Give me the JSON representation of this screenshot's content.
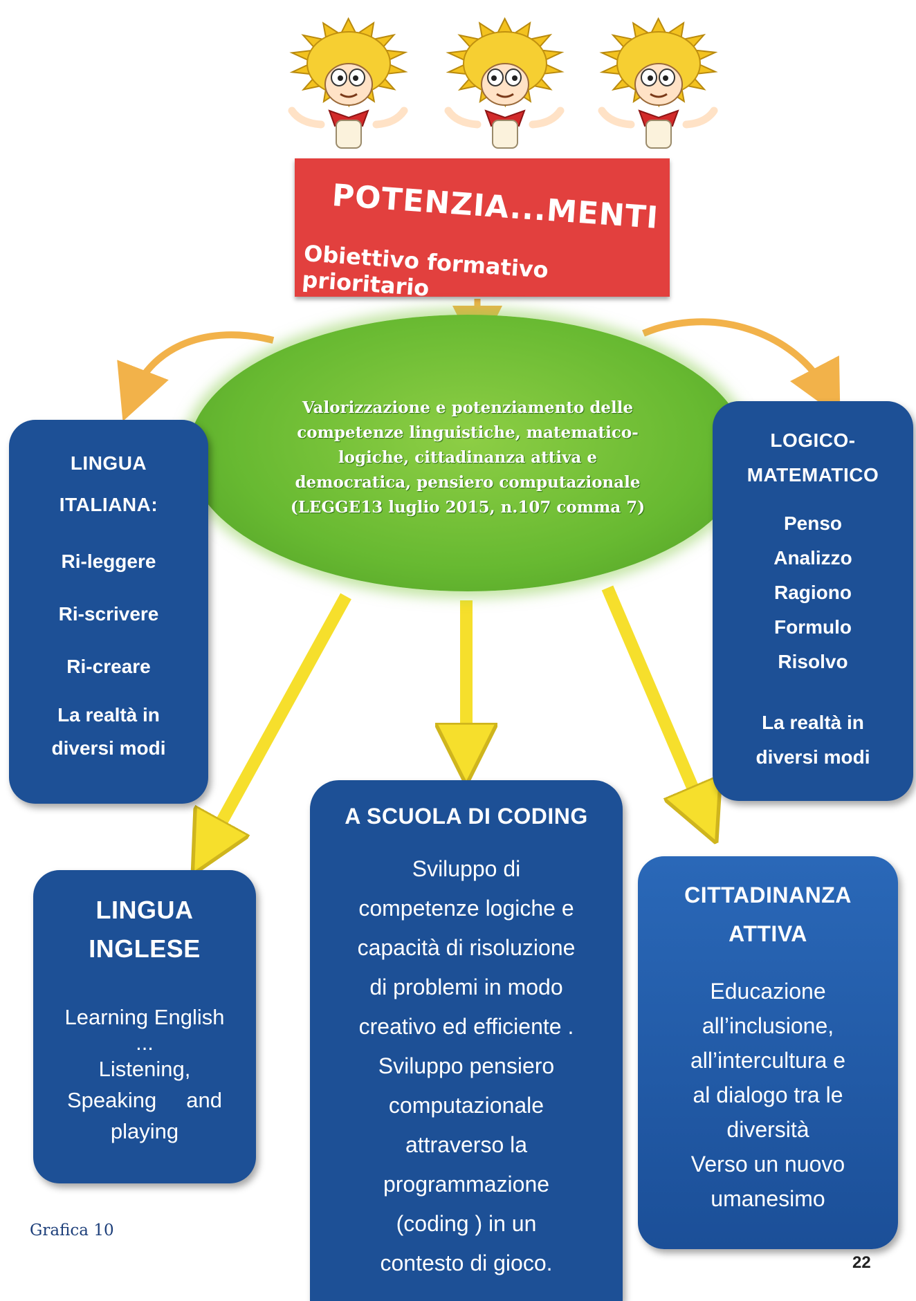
{
  "header": {
    "title": "POTENZIA...MENTI",
    "subtitle": "Obiettivo formativo prioritario"
  },
  "center": {
    "lines": [
      "Valorizzazione e potenziamento delle",
      "competenze linguistiche, matematico-",
      "logiche, cittadinanza attiva  e",
      "democratica, pensiero computazionale",
      "(LEGGE13 luglio 2015, n.107 comma 7)"
    ]
  },
  "lingua_italiana": {
    "heading": [
      "LINGUA",
      "ITALIANA:"
    ],
    "items": [
      "Ri-leggere",
      "Ri-scrivere",
      "Ri-creare"
    ],
    "closing": [
      "La realtà in",
      "diversi modi"
    ]
  },
  "logico_matematico": {
    "heading": [
      "LOGICO-",
      "MATEMATICO"
    ],
    "items": [
      "Penso",
      "Analizzo",
      "Ragiono",
      "Formulo",
      "Risolvo"
    ],
    "closing": [
      "La realtà in",
      "diversi modi"
    ]
  },
  "lingua_inglese": {
    "heading": [
      "LINGUA",
      "INGLESE"
    ],
    "lines": [
      "Learning English",
      "...",
      "Listening,",
      "Speaking     and",
      "playing"
    ]
  },
  "coding": {
    "heading": "A SCUOLA DI CODING",
    "lines": [
      "Sviluppo di",
      "competenze logiche e",
      "capacità di risoluzione",
      "di problemi in modo",
      "creativo ed efficiente .",
      "Sviluppo  pensiero",
      "computazionale",
      "attraverso la",
      "programmazione",
      "(coding ) in un",
      "contesto di gioco."
    ]
  },
  "cittadinanza": {
    "heading": [
      "CITTADINANZA",
      "ATTIVA"
    ],
    "lines": [
      "Educazione",
      "all’inclusione,",
      "all’intercultura e",
      "al dialogo tra le",
      "diversità",
      "Verso un nuovo",
      "umanesimo"
    ]
  },
  "footer": {
    "label": "Grafica 10",
    "page_number": "22"
  },
  "colors": {
    "title_red": "#e2403e",
    "panel_blue": "#1d5096",
    "ellipse_green": "#67b931",
    "arrow_yellow": "#f6df2c",
    "curve_orange": "#f2b24a"
  }
}
